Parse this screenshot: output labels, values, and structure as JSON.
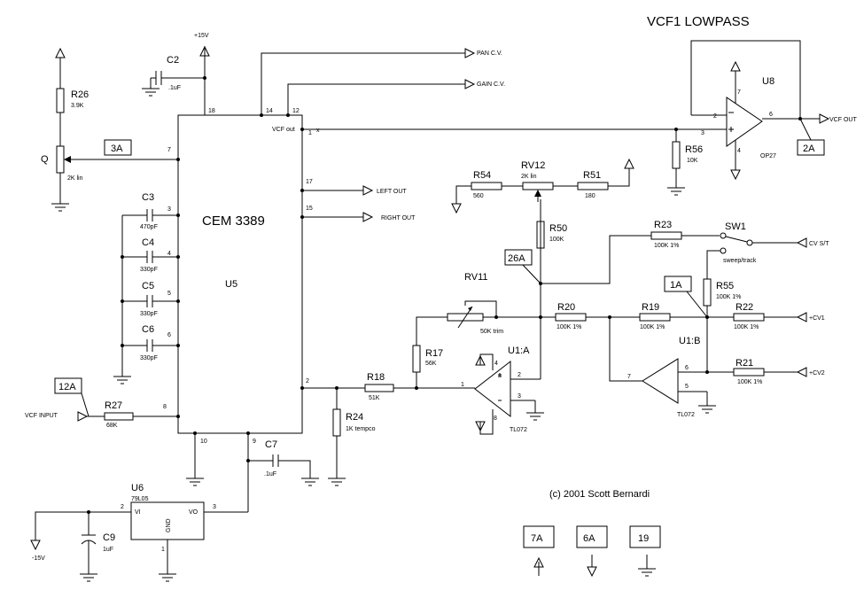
{
  "title": "VCF1  LOWPASS",
  "copyright": "(c) 2001 Scott Bernardi",
  "ic": {
    "u5_name": "CEM 3389",
    "u5_ref": "U5",
    "u8_ref": "U8",
    "u8_part": "OP27",
    "u1a_ref": "U1:A",
    "u1a_part": "TL072",
    "u1b_ref": "U1:B",
    "u1b_part": "TL072",
    "u6_ref": "U6",
    "u6_part": "79L05",
    "u6_vi": "VI",
    "u6_vo": "VO",
    "u6_gnd": "GND"
  },
  "components": {
    "R26": "R26",
    "R26v": "3.9K",
    "Q": "Q",
    "Qv": "2K lin",
    "C2": "C2",
    "C2v": ".1uF",
    "C3": "C3",
    "C3v": "470pF",
    "C4": "C4",
    "C4v": "330pF",
    "C5": "C5",
    "C5v": "330pF",
    "C6": "C6",
    "C6v": "330pF",
    "R27": "R27",
    "R27v": "68K",
    "C7": "C7",
    "C7v": ".1uF",
    "C9": "C9",
    "C9v": "1uF",
    "R18": "R18",
    "R18v": "51K",
    "R24": "R24",
    "R24v": "1K tempco",
    "R17": "R17",
    "R17v": "56K",
    "RV11": "RV11",
    "RV11v": "50K trim",
    "R54": "R54",
    "R54v": "560",
    "RV12": "RV12",
    "RV12v": "2K lin",
    "R51": "R51",
    "R51v": "180",
    "R50": "R50",
    "R50v": "100K",
    "R23": "R23",
    "R23v": "100K 1%",
    "SW1": "SW1",
    "SW1v": "sweep/track",
    "R55": "R55",
    "R55v": "100K 1%",
    "R20": "R20",
    "R20v": "100K 1%",
    "R19": "R19",
    "R19v": "100K 1%",
    "R22": "R22",
    "R22v": "100K 1%",
    "R21": "R21",
    "R21v": "100K 1%",
    "R56": "R56",
    "R56v": "10K"
  },
  "pins": {
    "p18": "18",
    "p14": "14",
    "p12": "12",
    "p1": "1",
    "p7": "7",
    "p3": "3",
    "p4": "4",
    "p5": "5",
    "p6": "6",
    "p8": "8",
    "p10": "10",
    "p9": "9",
    "p2": "2",
    "p17": "17",
    "p15": "15",
    "u6_2": "2",
    "u6_3": "3",
    "u6_1": "1",
    "u1a_1": "1",
    "u1a_2": "2",
    "u1a_3": "3",
    "u1a_4": "4",
    "u1a_8": "8",
    "u1b_7": "7",
    "u1b_6": "6",
    "u1b_5": "5",
    "u8_2": "2",
    "u8_3": "3",
    "u8_6": "6",
    "u8_7": "7",
    "u8_4": "4"
  },
  "nets": {
    "plus15": "+15V",
    "minus15": "-15V",
    "pan_cv": "PAN C.V.",
    "gain_cv": "GAIN C.V.",
    "vcf_out": "VCF out",
    "vcf_out_port": "VCF OUT",
    "left_out": "LEFT OUT",
    "right_out": "RIGHT OUT",
    "cv_st": "CV S/T",
    "cv1": "+CV1",
    "cv2": "+CV2",
    "vcf_input": "VCF INPUT",
    "nc_mark": "x"
  },
  "tags": {
    "t3A": "3A",
    "t12A": "12A",
    "t26A": "26A",
    "t1A": "1A",
    "t2A": "2A",
    "t7A": "7A",
    "t6A": "6A",
    "t19": "19"
  }
}
